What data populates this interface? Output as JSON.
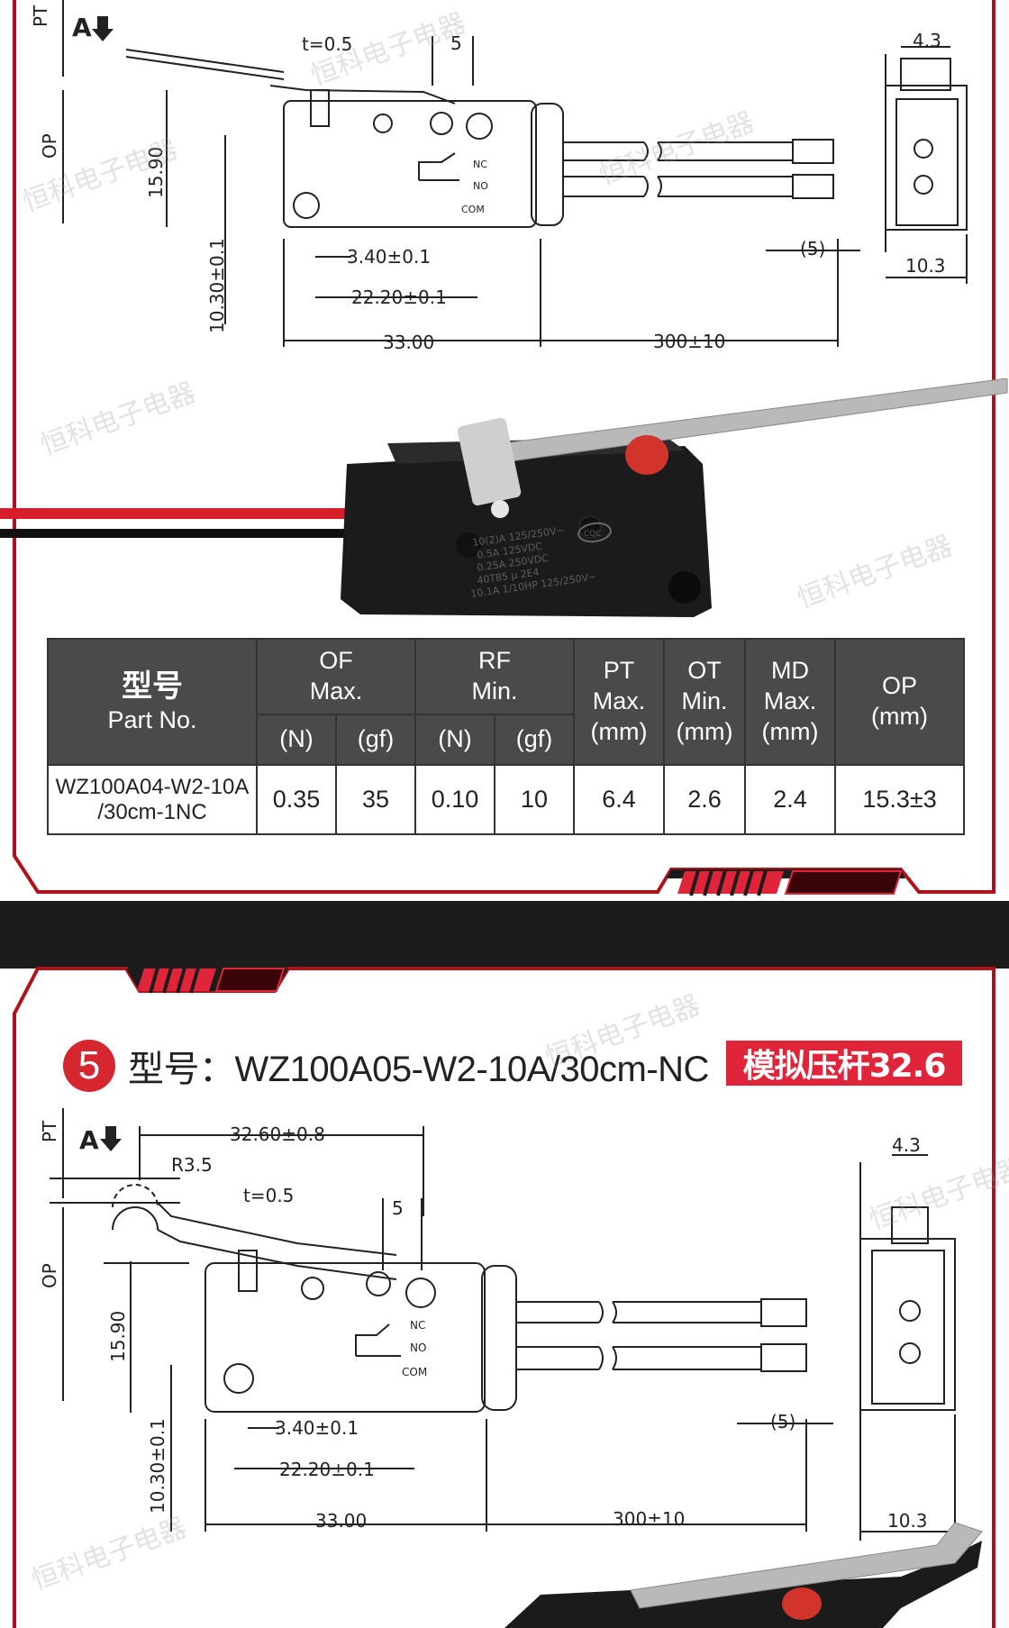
{
  "drawing_a": {
    "pt_label": "PT",
    "op_label": "OP",
    "arrow_label": "A",
    "thickness": "t=0.5",
    "dim_5": "5",
    "dim_1590": "15.90",
    "dim_1030": "10.30±0.1",
    "dim_340": "3.40±0.1",
    "dim_2220": "22.20±0.1",
    "dim_3300": "33.00",
    "dim_300": "300±10",
    "dim_5p": "(5)",
    "dim_43": "4.3",
    "dim_103": "10.3",
    "term_nc": "NC",
    "term_no": "NO",
    "term_com": "COM"
  },
  "photo_a": {
    "marking_lines": [
      "10(2)A 125/250V~",
      "0.5A 125VDC",
      "0.25A 250VDC",
      "40T85 μ 2E4",
      "10.1A 1/10HP 125/250V~"
    ],
    "cqc": "CQC"
  },
  "spec_table": {
    "col_model_cn": "型号",
    "col_model_en": "Part No.",
    "col_of": "OF",
    "col_of_sub": "Max.",
    "col_rf": "RF",
    "col_rf_sub": "Min.",
    "col_pt": "PT",
    "col_pt_sub": "Max.",
    "col_ot": "OT",
    "col_ot_sub": "Min.",
    "col_md": "MD",
    "col_md_sub": "Max.",
    "col_op": "OP",
    "unit_n": "(N)",
    "unit_gf": "(gf)",
    "unit_mm": "(mm)",
    "row": {
      "part_line1": "WZ100A04-W2-10A",
      "part_line2": "/30cm-1NC",
      "of_n": "0.35",
      "of_gf": "35",
      "rf_n": "0.10",
      "rf_gf": "10",
      "pt": "6.4",
      "ot": "2.6",
      "md": "2.4",
      "op": "15.3±3"
    }
  },
  "section_b": {
    "number": "5",
    "model_label": "型号：WZ100A05-W2-10A/30cm-NC",
    "badge": "模拟压杆32.6"
  },
  "drawing_b": {
    "pt_label": "PT",
    "op_label": "OP",
    "arrow_label": "A",
    "dim_3260": "32.60±0.8",
    "radius": "R3.5",
    "thickness": "t=0.5",
    "dim_5": "5",
    "dim_1590": "15.90",
    "dim_1030": "10.30±0.1",
    "dim_340": "3.40±0.1",
    "dim_2220": "22.20±0.1",
    "dim_3300": "33.00",
    "dim_300": "300±10",
    "dim_5p": "(5)",
    "dim_43": "4.3",
    "dim_103": "10.3",
    "term_nc": "NC",
    "term_no": "NO",
    "term_com": "COM"
  },
  "watermark": "恒科电子电器",
  "colors": {
    "accent_red": "#e0253a",
    "frame_red": "#b0121c",
    "table_header": "#4a4a4a",
    "background_dark": "#1c1c1c"
  }
}
